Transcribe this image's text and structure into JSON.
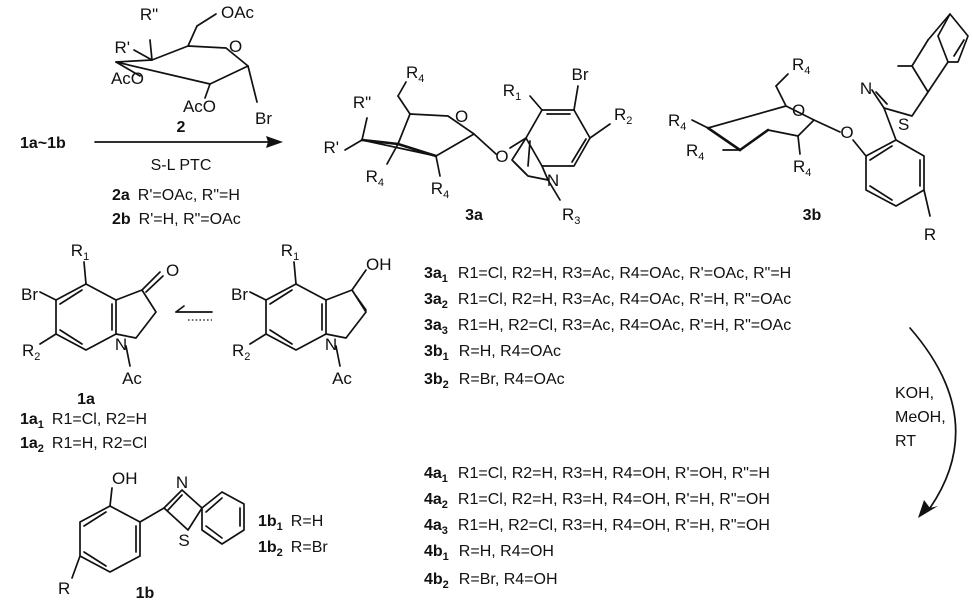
{
  "start": "1a~1b",
  "reagent": {
    "number": "2",
    "condition": "S-L PTC"
  },
  "defs2": [
    {
      "id": "2a",
      "text": "R'=OAc, R\"=H"
    },
    {
      "id": "2b",
      "text": "R'=H, R\"=OAc"
    }
  ],
  "labels": {
    "c1a": "1a",
    "c1b": "1b",
    "c3a": "3a",
    "c3b": "3b"
  },
  "atoms": {
    "sugar2": {
      "Rpp": "R\"",
      "OAc": "OAc",
      "Rp": "R'",
      "AcO_a": "AcO",
      "AcO_b": "AcO",
      "Br": "Br",
      "O": "O"
    },
    "c3a": {
      "Rpp": "R\"",
      "R4a": "R",
      "Rp": "R'",
      "R4b": "R",
      "R4c": "R",
      "O": "O",
      "Ol": "O",
      "Br": "Br",
      "R1": "R",
      "R2": "R",
      "N": "N",
      "R3": "R"
    },
    "c3b": {
      "R4a": "R",
      "R4b": "R",
      "R4c": "R",
      "R4d": "R",
      "O": "O",
      "Ol": "O",
      "N": "N",
      "S": "S",
      "R": "R"
    },
    "c1a": {
      "R1": "R",
      "Br": "Br",
      "O": "O",
      "R2": "R",
      "N": "N",
      "Ac": "Ac"
    },
    "enol": {
      "R1": "R",
      "Br": "Br",
      "OH": "OH",
      "R2": "R",
      "N": "N",
      "Ac": "Ac"
    },
    "c1b": {
      "OH": "OH",
      "N": "N",
      "S": "S",
      "R": "R"
    }
  },
  "subs": {
    "s1": "1",
    "s2": "2",
    "s3": "3",
    "s4": "4"
  },
  "defs1a": [
    {
      "pre": "1a",
      "sub": "1",
      "text": "R1=Cl, R2=H"
    },
    {
      "pre": "1a",
      "sub": "2",
      "text": "R1=H, R2=Cl"
    }
  ],
  "defs1b": [
    {
      "pre": "1b",
      "sub": "1",
      "text": "R=H"
    },
    {
      "pre": "1b",
      "sub": "2",
      "text": "R=Br"
    }
  ],
  "defs3": [
    {
      "pre": "3a",
      "sub": "1",
      "text": "R1=Cl, R2=H, R3=Ac, R4=OAc, R'=OAc,  R\"=H"
    },
    {
      "pre": "3a",
      "sub": "2",
      "text": "R1=Cl, R2=H, R3=Ac, R4=OAc, R'=H,  R\"=OAc"
    },
    {
      "pre": "3a",
      "sub": "3",
      "text": "R1=H, R2=Cl, R3=Ac, R4=OAc, R'=H,  R\"=OAc"
    },
    {
      "pre": "3b",
      "sub": "1",
      "text": "R=H, R4=OAc"
    },
    {
      "pre": "3b",
      "sub": "2",
      "text": "R=Br, R4=OAc"
    }
  ],
  "conditions2": [
    "KOH,",
    "MeOH,",
    "RT"
  ],
  "defs4": [
    {
      "pre": "4a",
      "sub": "1",
      "text": "R1=Cl, R2=H, R3=H, R4=OH, R'=OH,  R\"=H"
    },
    {
      "pre": "4a",
      "sub": "2",
      "text": "R1=Cl, R2=H, R3=H, R4=OH, R'=H,  R\"=OH"
    },
    {
      "pre": "4a",
      "sub": "3",
      "text": "R1=H, R2=Cl, R3=H, R4=OH, R'=H,  R\"=OH"
    },
    {
      "pre": "4b",
      "sub": "1",
      "text": "R=H, R4=OH"
    },
    {
      "pre": "4b",
      "sub": "2",
      "text": "R=Br, R4=OH"
    }
  ]
}
